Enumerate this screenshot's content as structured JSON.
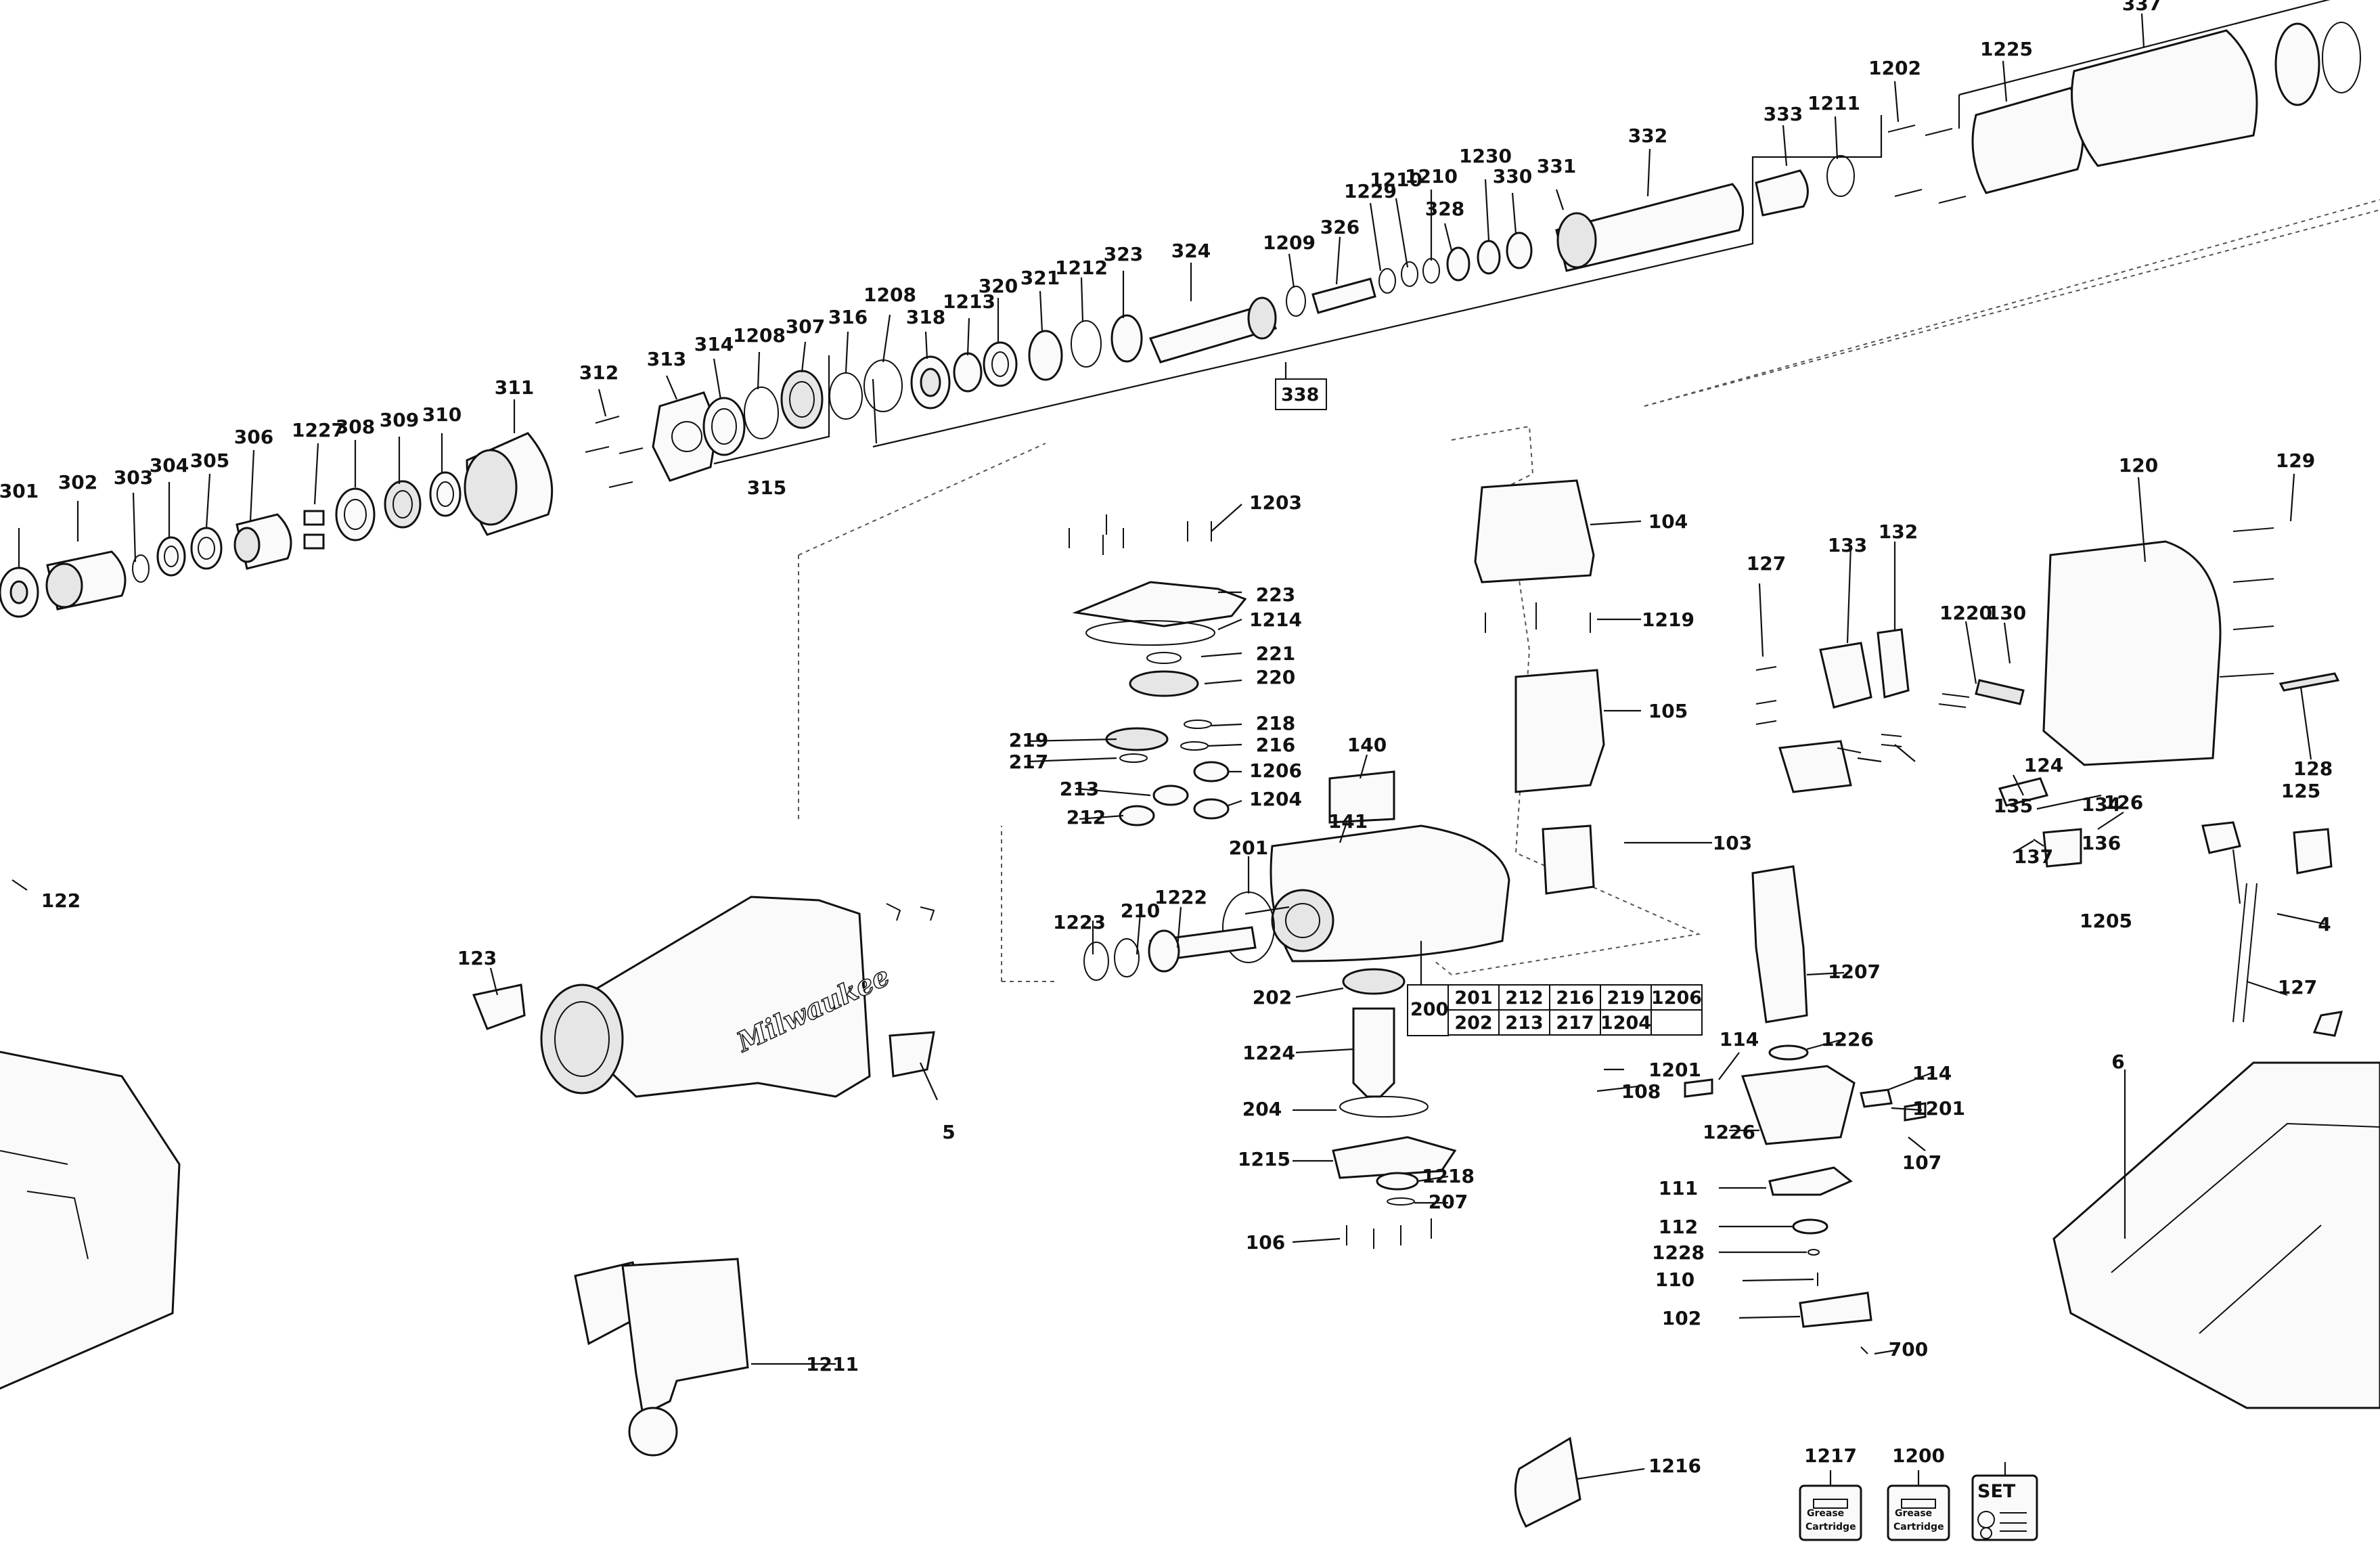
{
  "labels": [
    "337",
    "1202",
    "1225",
    "333",
    "1211",
    "332",
    "331",
    "1230",
    "1210",
    "330",
    "1210",
    "1229",
    "328",
    "326",
    "1209",
    "324",
    "323",
    "1212",
    "321",
    "320",
    "1213",
    "318",
    "1208",
    "316",
    "307",
    "1208",
    "314",
    "313",
    "312",
    "311",
    "310",
    "309",
    "308",
    "1227",
    "306",
    "305",
    "304",
    "303",
    "302",
    "301",
    "315",
    "338",
    "1203",
    "223",
    "1214",
    "221",
    "220",
    "218",
    "216",
    "219",
    "217",
    "1206",
    "213",
    "1204",
    "212",
    "140",
    "141",
    "104",
    "1219",
    "105",
    "103",
    "127",
    "133",
    "132",
    "1220",
    "130",
    "120",
    "129",
    "135",
    "134",
    "128",
    "124",
    "126",
    "125",
    "136",
    "137",
    "1205",
    "4",
    "127",
    "122",
    "123",
    "5",
    "1211",
    "1223",
    "210",
    "1222",
    "201",
    "202",
    "1224",
    "204",
    "1215",
    "1218",
    "207",
    "106",
    "1207",
    "1226",
    "114",
    "1201",
    "108",
    "1226",
    "114",
    "1201",
    "107",
    "111",
    "112",
    "1228",
    "110",
    "102",
    "700",
    "6",
    "1216",
    "1217",
    "1200"
  ],
  "table": {
    "head": "200",
    "row1": [
      "201",
      "212",
      "216",
      "219",
      "1206"
    ],
    "row2": [
      "202",
      "213",
      "217",
      "1204",
      ""
    ]
  },
  "assembly_box_label": "338",
  "brand": "Milwaukee",
  "icons": {
    "grease_1216_l1": "Grease",
    "grease_1216_l2": "Cartridge",
    "grease_1217_l1": "Grease",
    "grease_1217_l2": "Cartridge",
    "set_label": "SET"
  }
}
